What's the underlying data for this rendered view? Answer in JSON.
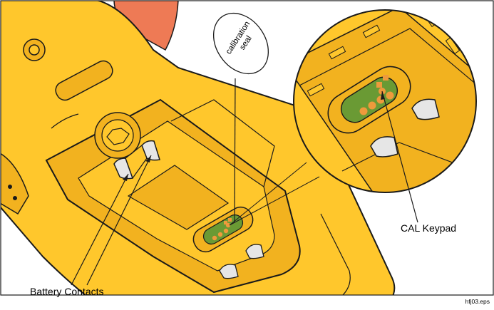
{
  "callouts": {
    "battery_contacts": "Battery Contacts",
    "calibration_seal": "calibration\nseal",
    "cal_keypad": "CAL Keypad",
    "file_name": "hfj03.eps"
  },
  "colors": {
    "housing_yellow": "#FFC72C",
    "housing_shade": "#F2B21F",
    "outline": "#1a1a1a",
    "keypad_green": "#6a9a34",
    "keypad_pads": "#ee9a3c",
    "knob_orange": "#ee7a55",
    "contact_gray": "#e6e6e6"
  }
}
